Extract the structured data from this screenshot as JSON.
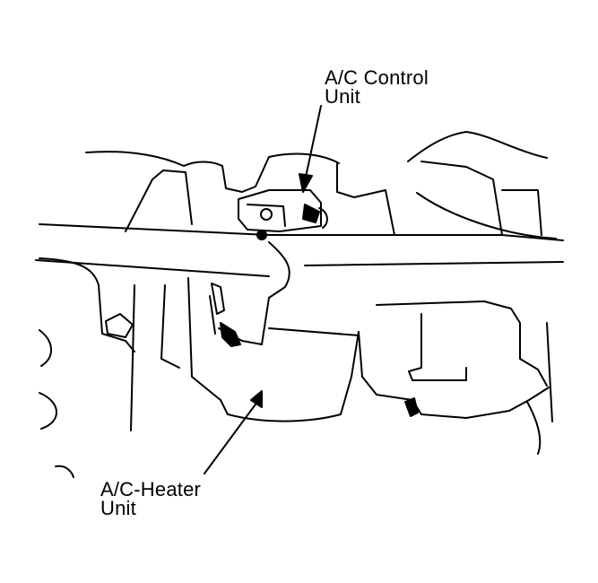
{
  "labels": {
    "control_unit": {
      "line1": "A/C Control",
      "line2": "Unit"
    },
    "heater_unit": {
      "line1": "A/C-Heater",
      "line2": "Unit"
    }
  },
  "colors": {
    "ink": "#000000",
    "paper": "#ffffff"
  }
}
